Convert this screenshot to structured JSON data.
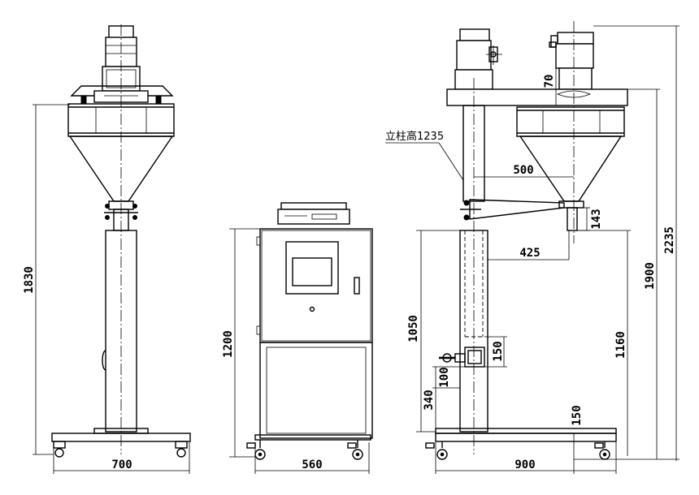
{
  "dimensions": {
    "left_height": "1830",
    "left_base_width": "700",
    "cabinet_height": "1200",
    "cabinet_width": "560",
    "arm_reach": "500",
    "pillar_to_outlet": "425",
    "column_height": "1050",
    "clamp_height": "150",
    "handle_spacing": "100",
    "handle_height": "340",
    "outlet_length": "143",
    "motor_offset": "70",
    "outlet_height": "1160",
    "hopper_top_height": "1900",
    "total_height": "2235",
    "wheel_height": "150",
    "right_base_width": "900"
  },
  "annotations": {
    "pillar_note": "立柱高1235"
  }
}
